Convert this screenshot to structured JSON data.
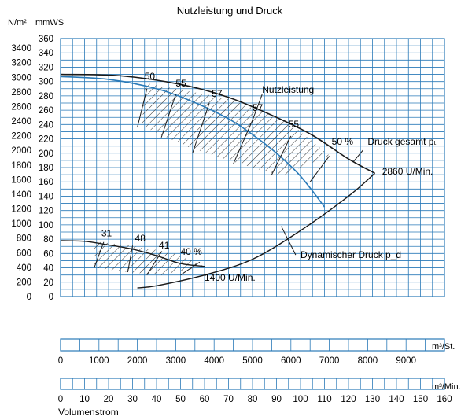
{
  "chart_data": {
    "type": "line",
    "title": "Nutzleistung und Druck",
    "units": {
      "pa": "N/m²",
      "mmws": "mmWS",
      "flow_h": "m³/St.",
      "flow_min": "m³/Min."
    },
    "xlabel": "Volumenstrom",
    "axis_pa": {
      "ticks": [
        0,
        200,
        400,
        600,
        800,
        1000,
        1200,
        1400,
        1600,
        1800,
        2000,
        2200,
        2400,
        2600,
        2800,
        3000,
        3200,
        3400
      ]
    },
    "axis_mmws": {
      "range": [
        0,
        360
      ],
      "ticks": [
        0,
        20,
        40,
        60,
        80,
        100,
        120,
        140,
        160,
        180,
        200,
        220,
        240,
        260,
        280,
        300,
        320,
        340,
        360
      ]
    },
    "axis_flow_h": {
      "range": [
        0,
        10000
      ],
      "ticks": [
        0,
        1000,
        2000,
        3000,
        4000,
        5000,
        6000,
        7000,
        8000,
        9000
      ]
    },
    "axis_flow_min": {
      "range": [
        0,
        160
      ],
      "ticks": [
        0,
        10,
        20,
        30,
        40,
        50,
        60,
        70,
        80,
        90,
        100,
        110,
        120,
        130,
        140,
        150,
        160
      ]
    },
    "grid": true,
    "series": [
      {
        "name": "Druck gesamt pₜ",
        "speed": "2860 U/Min.",
        "x": [
          0,
          25,
          50,
          70,
          90,
          105,
          120,
          131
        ],
        "y": [
          310,
          308,
          296,
          278,
          250,
          225,
          192,
          172
        ]
      },
      {
        "name": "Nutzleistung",
        "x": [
          0,
          20,
          40,
          55,
          70,
          80,
          90,
          100,
          110
        ],
        "y": [
          307,
          303,
          290,
          272,
          248,
          226,
          200,
          168,
          125
        ]
      },
      {
        "name": "Dynamischer Druck p_d",
        "x": [
          32,
          40,
          60,
          80,
          100,
          120,
          131
        ],
        "y": [
          12,
          15,
          30,
          52,
          92,
          140,
          172
        ]
      },
      {
        "name": "Druck gesamt pₜ",
        "speed": "1400 U/Min.",
        "x": [
          0,
          10,
          20,
          30,
          40,
          50,
          60
        ],
        "y": [
          78,
          77,
          72,
          66,
          57,
          46,
          42
        ]
      }
    ],
    "efficiency_labels": {
      "2860 U/Min.": [
        "50",
        "55",
        "57",
        "57",
        "55",
        "50 %"
      ],
      "1400 U/Min.": [
        "31",
        "48",
        "41",
        "40 %"
      ]
    },
    "annotations": [
      "Nutzleistung",
      "Druck gesamt pₜ",
      "2860 U/Min.",
      "Dynamischer Druck p_d",
      "1400 U/Min."
    ]
  }
}
